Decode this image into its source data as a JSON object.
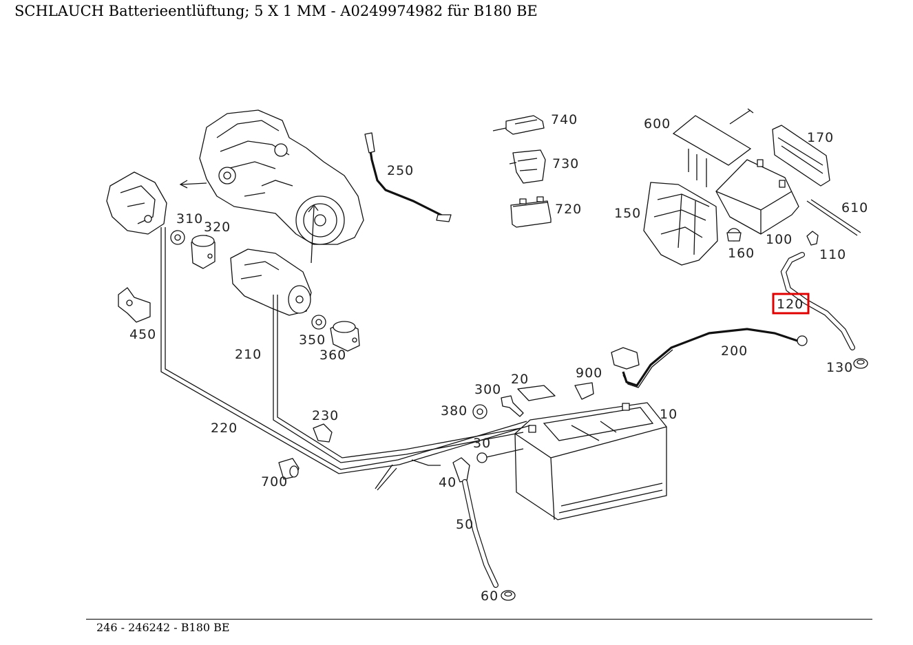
{
  "title": "SCHLAUCH Batterieentlüftung; 5 X 1 MM - A0249974982 für B180 BE",
  "footer": "246 - 246242 - B180 BE",
  "highlight_color": "#e00000",
  "highlighted_part": "120",
  "labels": {
    "p10": "10",
    "p20": "20",
    "p30": "30",
    "p40": "40",
    "p50": "50",
    "p60": "60",
    "p100": "100",
    "p110": "110",
    "p120": "120",
    "p130": "130",
    "p150": "150",
    "p160": "160",
    "p170": "170",
    "p200": "200",
    "p210": "210",
    "p220": "220",
    "p230": "230",
    "p250": "250",
    "p300": "300",
    "p310": "310",
    "p320": "320",
    "p350": "350",
    "p360": "360",
    "p380": "380",
    "p450": "450",
    "p600": "600",
    "p610": "610",
    "p700": "700",
    "p720": "720",
    "p730": "730",
    "p740": "740",
    "p900": "900"
  }
}
